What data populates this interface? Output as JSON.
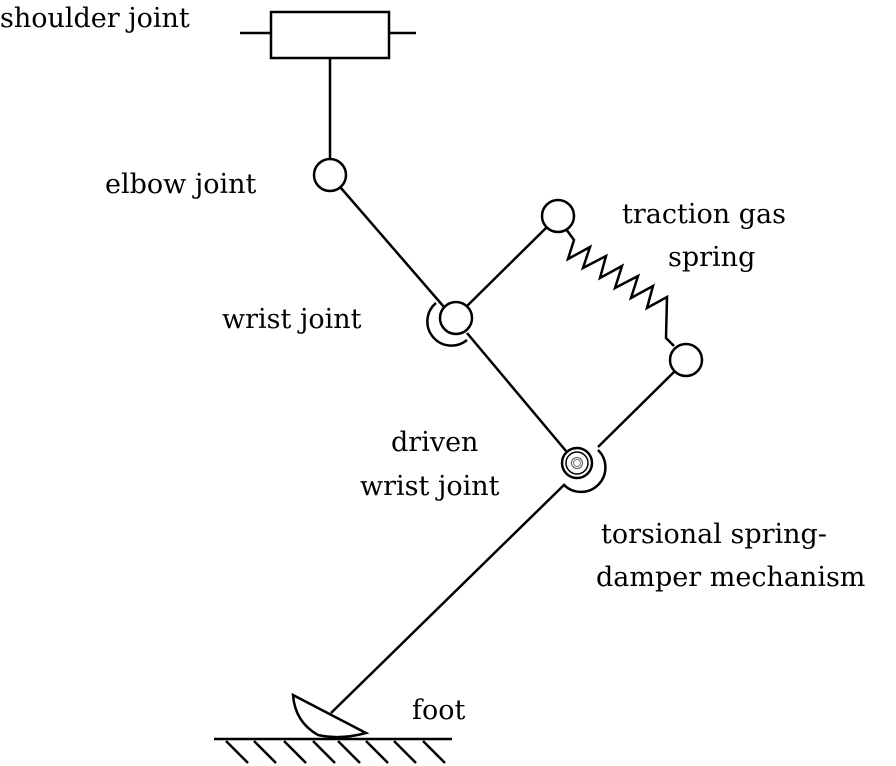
{
  "labels": {
    "shoulder": "shoulder joint",
    "elbow": "elbow joint",
    "traction_1": "traction gas",
    "traction_2": "spring",
    "wrist": "wrist joint",
    "driven_1": "driven",
    "driven_2": "wrist joint",
    "torsional_1": "torsional spring-",
    "torsional_2": "damper mechanism",
    "foot": "foot"
  }
}
